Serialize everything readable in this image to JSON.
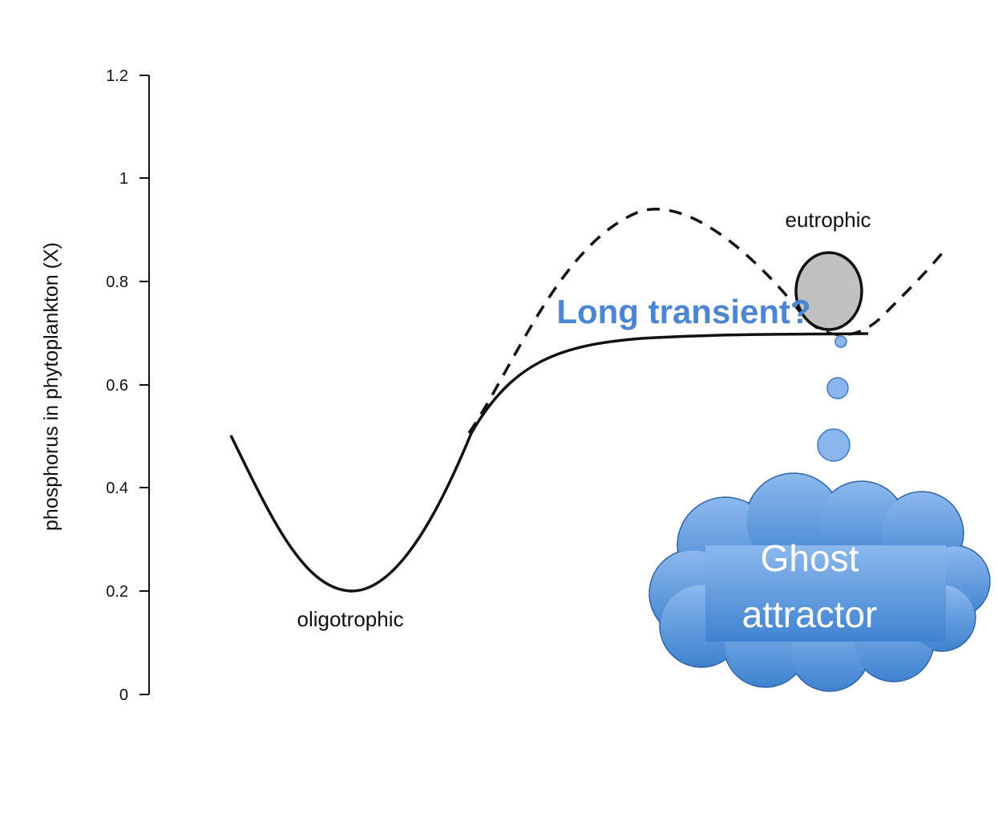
{
  "axis": {
    "y_label": "phosphorus in phytoplankton (X)",
    "y_ticks": [
      "0",
      "0.2",
      "0.4",
      "0.6",
      "0.8",
      "1",
      "1.2"
    ]
  },
  "labels": {
    "left_basin": "oligotrophic",
    "right_basin": "eutrophic",
    "transient": "Long transient?",
    "cloud_line1": "Ghost",
    "cloud_line2": "attractor"
  },
  "colors": {
    "transient_text": "#4a86d4",
    "cloud_top": "#8cb8ee",
    "cloud_bottom": "#3f83d0",
    "bubble": "#8ab6ee",
    "ball": "#c0c0c0"
  }
}
